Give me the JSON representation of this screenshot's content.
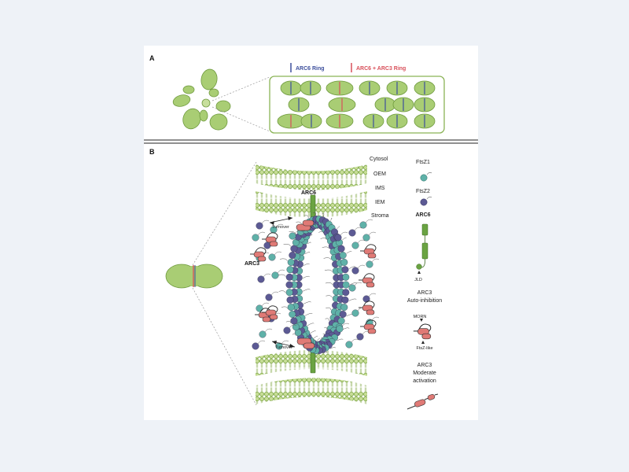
{
  "panel_a": {
    "label": "A",
    "legend_arc6": "ARC6 Ring",
    "legend_arc6_arc3": "ARC6 + ARC3 Ring"
  },
  "panel_b": {
    "label": "B",
    "compartments": {
      "cytosol": "Cytosol",
      "oem": "OEM",
      "ims": "IMS",
      "iem": "IEM",
      "stroma": "Stroma"
    },
    "labels": {
      "arc6_top": "ARC6",
      "arc3_left": "ARC3",
      "turnover_top": "Turnover",
      "turnover_bottom": "Turnover"
    },
    "key": {
      "ftsz1": "FtsZ1",
      "ftsz2": "FtsZ2",
      "arc6": "ARC6",
      "jld": "JLD",
      "arc3_autoinhibition_line1": "ARC3",
      "arc3_autoinhibition_line2": "Auto-inhibition",
      "morn": "MORN",
      "ftsz_like": "FtsZ-like",
      "arc3_moderate_line1": "ARC3",
      "arc3_moderate_line2": "Moderate",
      "arc3_moderate_line3": "activation"
    }
  },
  "colors": {
    "background": "#eef2f7",
    "chloroplast": "#a9cd74",
    "chloroplast_stroke": "#6f9a3e",
    "panel_border": "#8ab356",
    "ftsz1": "#5fb1a8",
    "ftsz2": "#5c5a94",
    "arc6": "#6aa342",
    "arc3": "#e07a76",
    "ring_arc6": "#3d4f9c",
    "ring_arc3": "#d8505a"
  }
}
